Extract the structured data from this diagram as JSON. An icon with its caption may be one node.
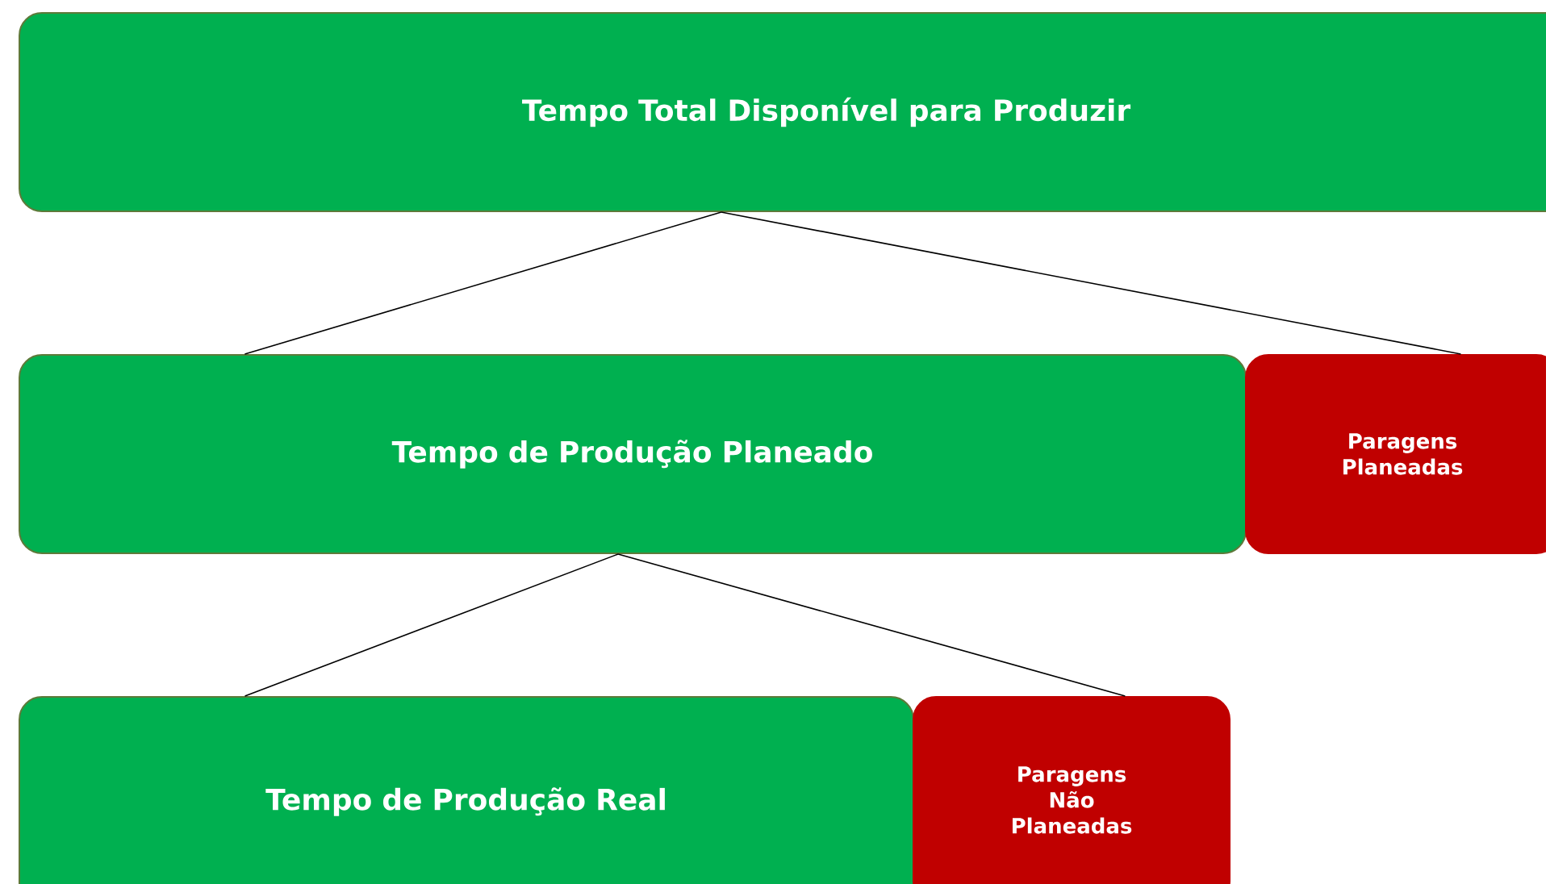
{
  "diagram": {
    "nodes": [
      {
        "text": [
          "Tempo Total Disponível para Produzir"
        ]
      },
      {
        "text": [
          "Tempo de Produção Planeado"
        ]
      },
      {
        "text": [
          "Paragens Planeadas"
        ]
      },
      {
        "text": [
          "Tempo de Produção Real"
        ]
      },
      {
        "text": [
          "Paragens Não Planeadas"
        ]
      }
    ],
    "edges": [
      {
        "from": 0,
        "to": 1,
        "arrow": "none"
      },
      {
        "from": 0,
        "to": 2,
        "arrow": "none"
      },
      {
        "from": 1,
        "to": 3,
        "arrow": "none"
      },
      {
        "from": 1,
        "to": 4,
        "arrow": "none"
      }
    ]
  }
}
